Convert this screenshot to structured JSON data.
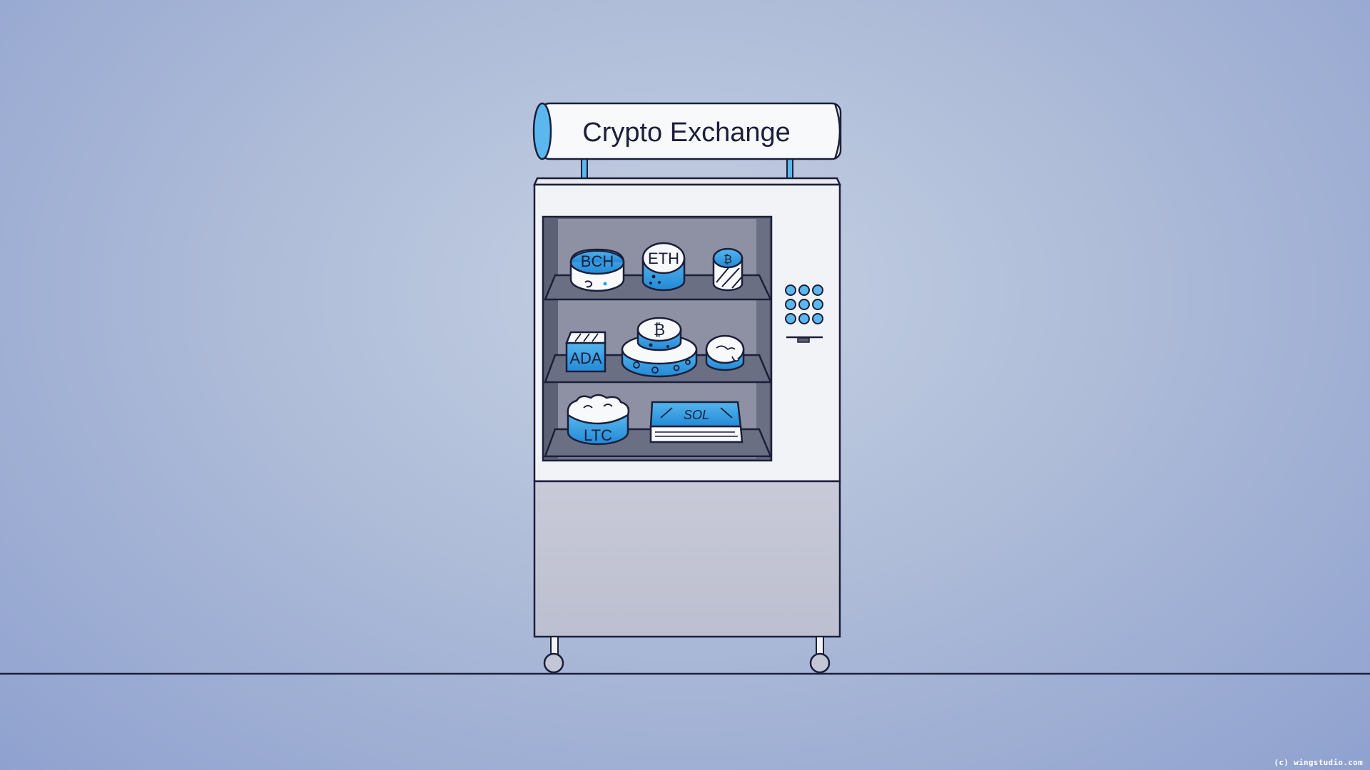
{
  "sign": {
    "title": "Crypto Exchange"
  },
  "products": {
    "shelf1": [
      {
        "label": "BCH",
        "icon": "bch-cheese-wheel"
      },
      {
        "label": "ETH",
        "icon": "eth-cheese-drum"
      },
      {
        "label": "₿",
        "icon": "btc-cheese-small"
      }
    ],
    "shelf2": [
      {
        "label": "ADA",
        "icon": "ada-cheese-block"
      },
      {
        "label": "₿",
        "icon": "btc-cheese-cake"
      },
      {
        "label": "",
        "icon": "brie-cheese"
      }
    ],
    "shelf3": [
      {
        "label": "LTC",
        "icon": "ltc-cheese-tub"
      },
      {
        "label": "SOL",
        "icon": "sol-cheese-slab"
      }
    ]
  },
  "credit": "(c) wingstudio.com",
  "colors": {
    "accent": "#2c9ce0",
    "accent_light": "#5bb8ee",
    "outline": "#1c1f3a",
    "machine_white": "#f2f3f6",
    "machine_grey": "#c3c6d4",
    "display_dark": "#5d6175",
    "display_mid": "#8d91a3"
  }
}
